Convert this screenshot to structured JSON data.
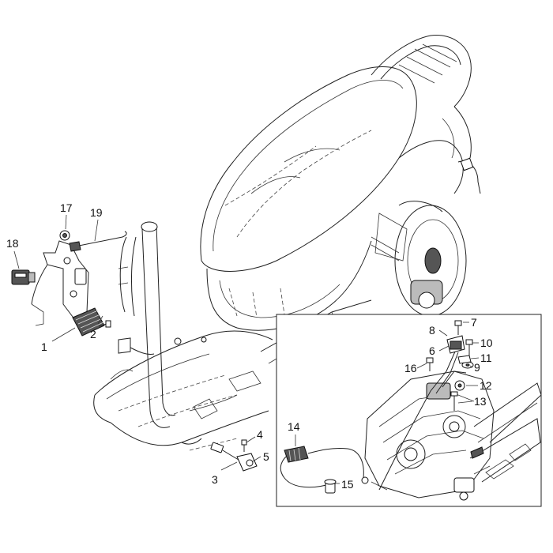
{
  "callouts": {
    "n1": "1",
    "n2": "2",
    "n3": "3",
    "n4": "4",
    "n5": "5",
    "n6": "6",
    "n7": "7",
    "n8": "8",
    "n9": "9",
    "n10": "10",
    "n11": "11",
    "n12": "12",
    "n13": "13",
    "n14": "14",
    "n15": "15",
    "n16": "16",
    "n17": "17",
    "n18": "18",
    "n19": "19"
  },
  "colors": {
    "line": "#222222",
    "background": "#ffffff"
  }
}
